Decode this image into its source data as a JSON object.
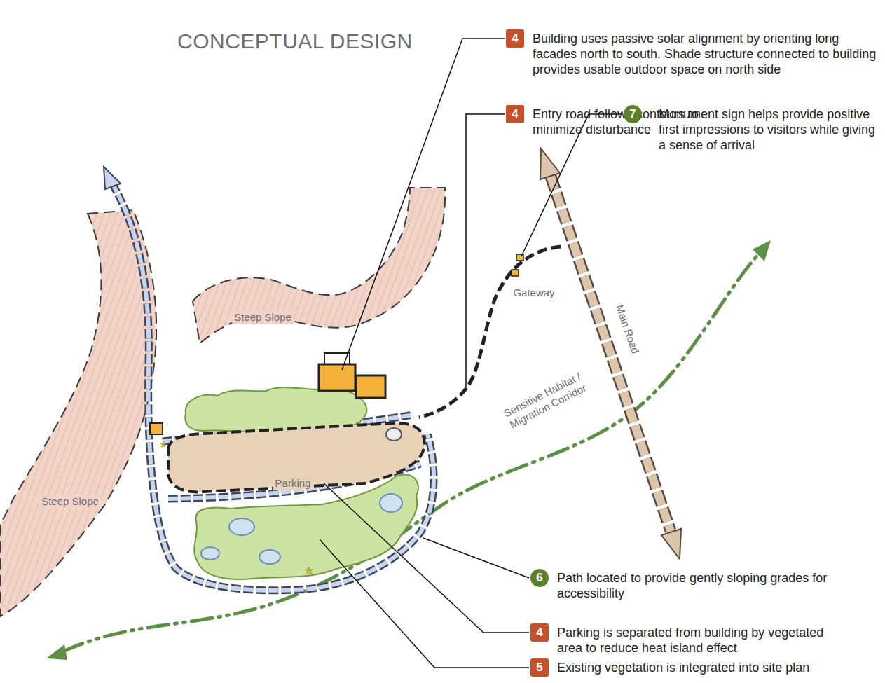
{
  "diagram": {
    "title": "CONCEPTUAL DESIGN",
    "nodes": [
      {
        "text": [
          "4",
          "Building uses passive solar alignment by orienting long facades north to south. Shade structure connected to building provides usable outdoor space on north side"
        ]
      },
      {
        "text": [
          "4",
          "Entry road follows contours to minimize disturbance"
        ]
      },
      {
        "text": [
          "7",
          "Monument sign helps provide positive first impressions to visitors while giving a sense of arrival"
        ]
      },
      {
        "text": [
          "6",
          "Path located to provide gently sloping grades for accessibility"
        ]
      },
      {
        "text": [
          "4",
          "Parking is separated from building by vegetated area to reduce heat island effect"
        ]
      },
      {
        "text": [
          "5",
          "Existing vegetation is integrated into site plan"
        ]
      }
    ],
    "labels": [
      "Steep Slope",
      "Steep Slope",
      "Gateway",
      "Main Road",
      "Parking",
      "Sensitive Habitat / Migration Corridor"
    ]
  }
}
